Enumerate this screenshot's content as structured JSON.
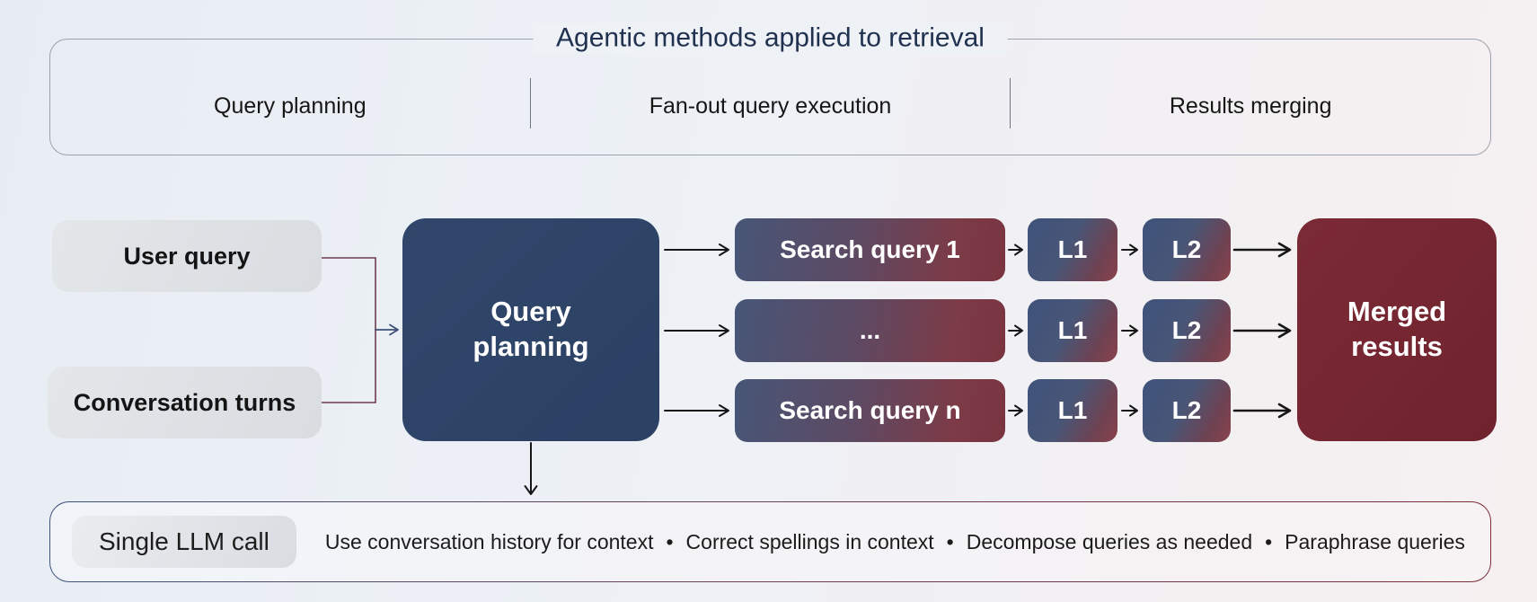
{
  "header": {
    "title": "Agentic methods applied to retrieval",
    "sections": [
      {
        "label": "Query planning"
      },
      {
        "label": "Fan-out query execution"
      },
      {
        "label": "Results merging"
      }
    ]
  },
  "inputs": {
    "user_query": "User query",
    "conversation_turns": "Conversation turns"
  },
  "planner": {
    "line1": "Query",
    "line2": "planning"
  },
  "fanout": {
    "rows": [
      {
        "query": "Search query 1",
        "l1": "L1",
        "l2": "L2"
      },
      {
        "query": "...",
        "l1": "L1",
        "l2": "L2"
      },
      {
        "query": "Search query n",
        "l1": "L1",
        "l2": "L2"
      }
    ]
  },
  "merged": {
    "line1": "Merged",
    "line2": "results"
  },
  "footer": {
    "badge": "Single LLM call",
    "separator": "•",
    "items": [
      "Use conversation history for context",
      "Correct spellings in context",
      "Decompose queries as needed",
      "Paraphrase queries"
    ]
  },
  "colors": {
    "navy": "#2e4568",
    "maroon": "#722630",
    "gradient_blue_end": "#475677",
    "gradient_red_end": "#7c3b47",
    "input_gray": "#dcdfe3",
    "page_bg_left": "#e8edf4",
    "page_bg_right": "#f6f0f1",
    "border_gray": "#9aa2ad"
  }
}
